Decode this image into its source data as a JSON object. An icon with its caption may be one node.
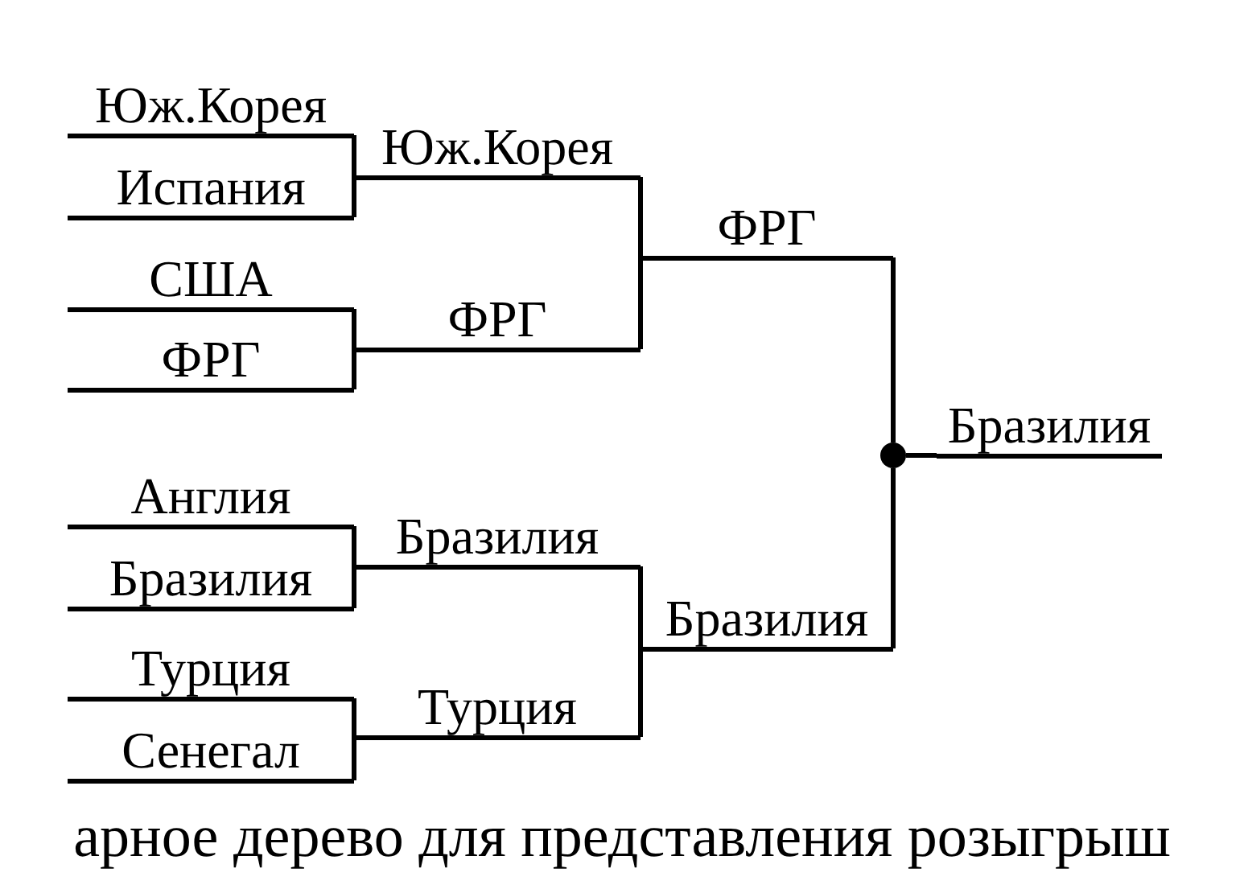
{
  "diagram": {
    "caption": "арное дерево для представления розыгрыш",
    "nodes": [
      {
        "text": [
          "Юж.Корея"
        ]
      },
      {
        "text": [
          "Испания"
        ]
      },
      {
        "text": [
          "США"
        ]
      },
      {
        "text": [
          "ФРГ"
        ]
      },
      {
        "text": [
          "Англия"
        ]
      },
      {
        "text": [
          "Бразилия"
        ]
      },
      {
        "text": [
          "Турция"
        ]
      },
      {
        "text": [
          "Сенегал"
        ]
      },
      {
        "text": [
          "Юж.Корея"
        ]
      },
      {
        "text": [
          "ФРГ"
        ]
      },
      {
        "text": [
          "Бразилия"
        ]
      },
      {
        "text": [
          "Турция"
        ]
      },
      {
        "text": [
          "ФРГ"
        ]
      },
      {
        "text": [
          "Бразилия"
        ]
      },
      {
        "text": [],
        "shape": "circle"
      },
      {
        "text": [
          "Бразилия"
        ]
      }
    ],
    "edges": [
      {
        "from": 0,
        "to": 8,
        "arrow": "none"
      },
      {
        "from": 1,
        "to": 8,
        "arrow": "none"
      },
      {
        "from": 2,
        "to": 9,
        "arrow": "none"
      },
      {
        "from": 3,
        "to": 9,
        "arrow": "none"
      },
      {
        "from": 4,
        "to": 10,
        "arrow": "none"
      },
      {
        "from": 5,
        "to": 10,
        "arrow": "none"
      },
      {
        "from": 6,
        "to": 11,
        "arrow": "none"
      },
      {
        "from": 7,
        "to": 11,
        "arrow": "none"
      },
      {
        "from": 8,
        "to": 12,
        "arrow": "none"
      },
      {
        "from": 9,
        "to": 12,
        "arrow": "none"
      },
      {
        "from": 10,
        "to": 13,
        "arrow": "none"
      },
      {
        "from": 11,
        "to": 13,
        "arrow": "none"
      },
      {
        "from": 12,
        "to": 14,
        "arrow": "none"
      },
      {
        "from": 13,
        "to": 14,
        "arrow": "none"
      },
      {
        "from": 14,
        "to": 15,
        "arrow": "none"
      }
    ]
  }
}
